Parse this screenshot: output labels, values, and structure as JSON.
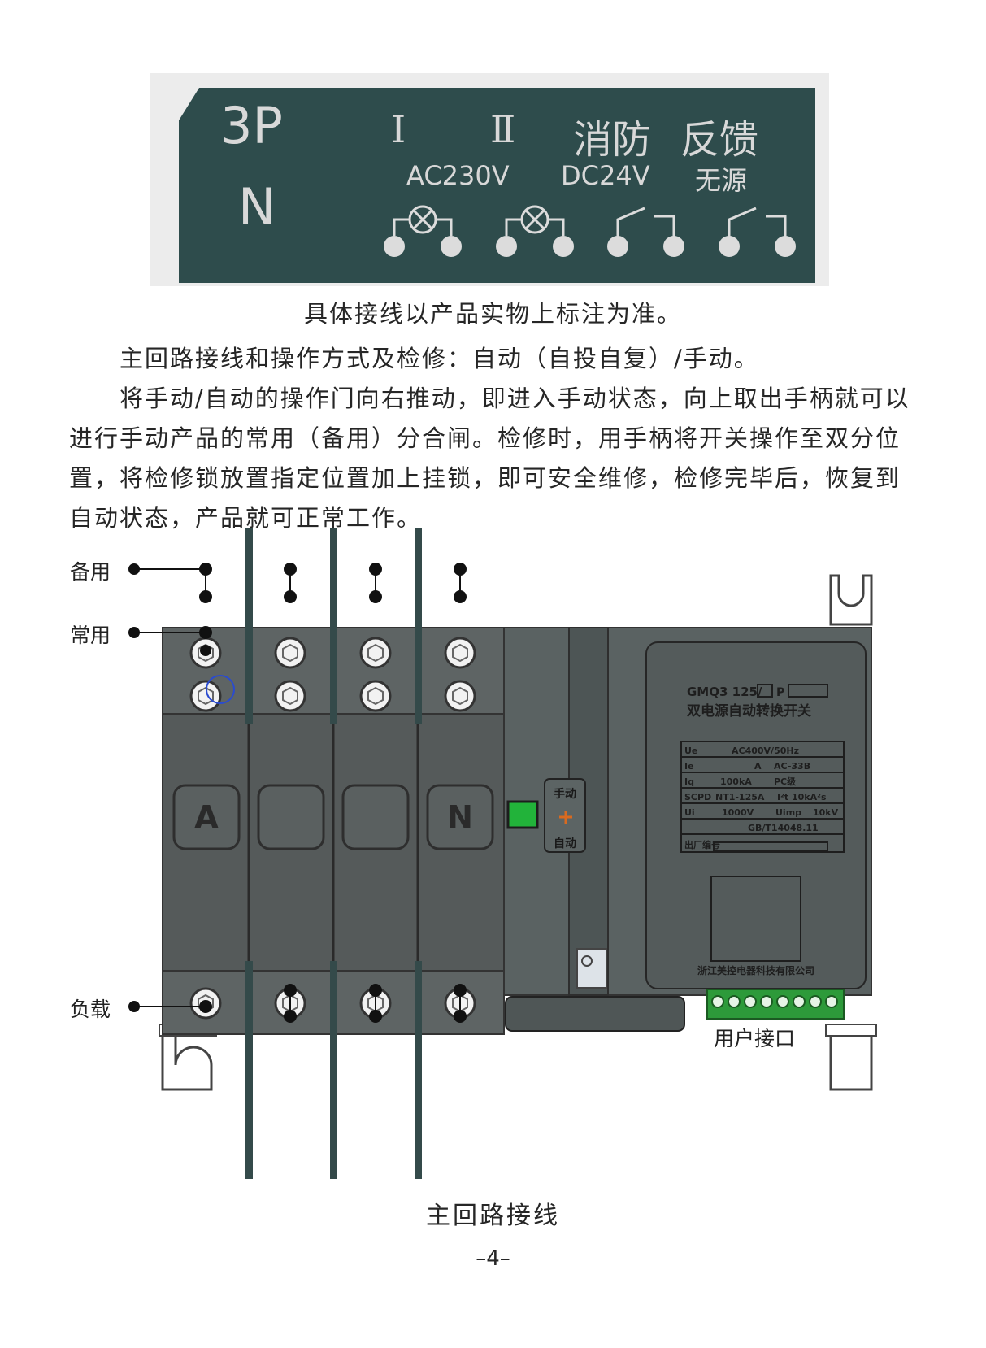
{
  "panel": {
    "pole_label": "3P",
    "neutral_label": "N",
    "source_1": "Ⅰ",
    "source_2": "Ⅱ",
    "fire": "消防",
    "feedback": "反馈",
    "ac_voltage": "AC230V",
    "dc_voltage": "DC24V",
    "passive": "无源"
  },
  "panel_caption": "具体接线以产品实物上标注为准。",
  "paragraphs": [
    "主回路接线和操作方式及检修：自动（自投自复）/手动。",
    "将手动/自动的操作门向右推动，即进入手动状态，向上取出手柄就可以进行手动产品的常用（备用）分合闸。检修时，用手柄将开关操作至双分位置，将检修锁放置指定位置加上挂锁，即可安全维修，检修完毕后，恢复到自动状态，产品就可正常工作。"
  ],
  "diagram": {
    "label_backup": "备用",
    "label_normal": "常用",
    "label_load": "负载",
    "label_user_interface": "用户接口",
    "pole_a": "A",
    "pole_n": "N",
    "switch_manual": "手动",
    "switch_auto": "自动",
    "nameplate": {
      "model": "GMQ3 125/",
      "model_p": "P",
      "product_name": "双电源自动转换开关",
      "rows": [
        [
          "Ue",
          "AC400V/50Hz"
        ],
        [
          "Ie",
          "A",
          "AC-33B"
        ],
        [
          "Iq",
          "100kA",
          "PC级"
        ],
        [
          "SCPD",
          "NT1-125A",
          "I²t 10kA²s"
        ],
        [
          "Ui",
          "1000V",
          "Uimp",
          "10kV"
        ],
        [
          "GB/T14048.11"
        ],
        [
          "出厂编号"
        ]
      ],
      "company": "浙江美控电器科技有限公司"
    }
  },
  "figure_caption": "主回路接线",
  "page_number": "–4–"
}
